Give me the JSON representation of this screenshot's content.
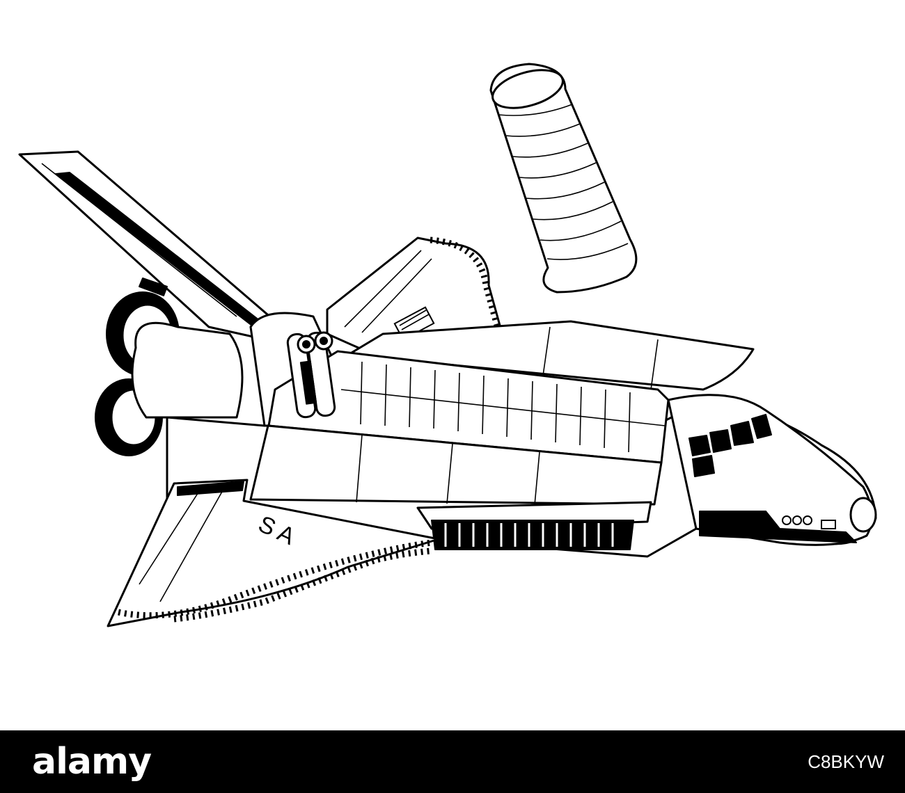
{
  "illustration": {
    "hull_lettering": "S A"
  },
  "footer": {
    "logo_text": "alamy",
    "image_id": "C8BKYW"
  }
}
